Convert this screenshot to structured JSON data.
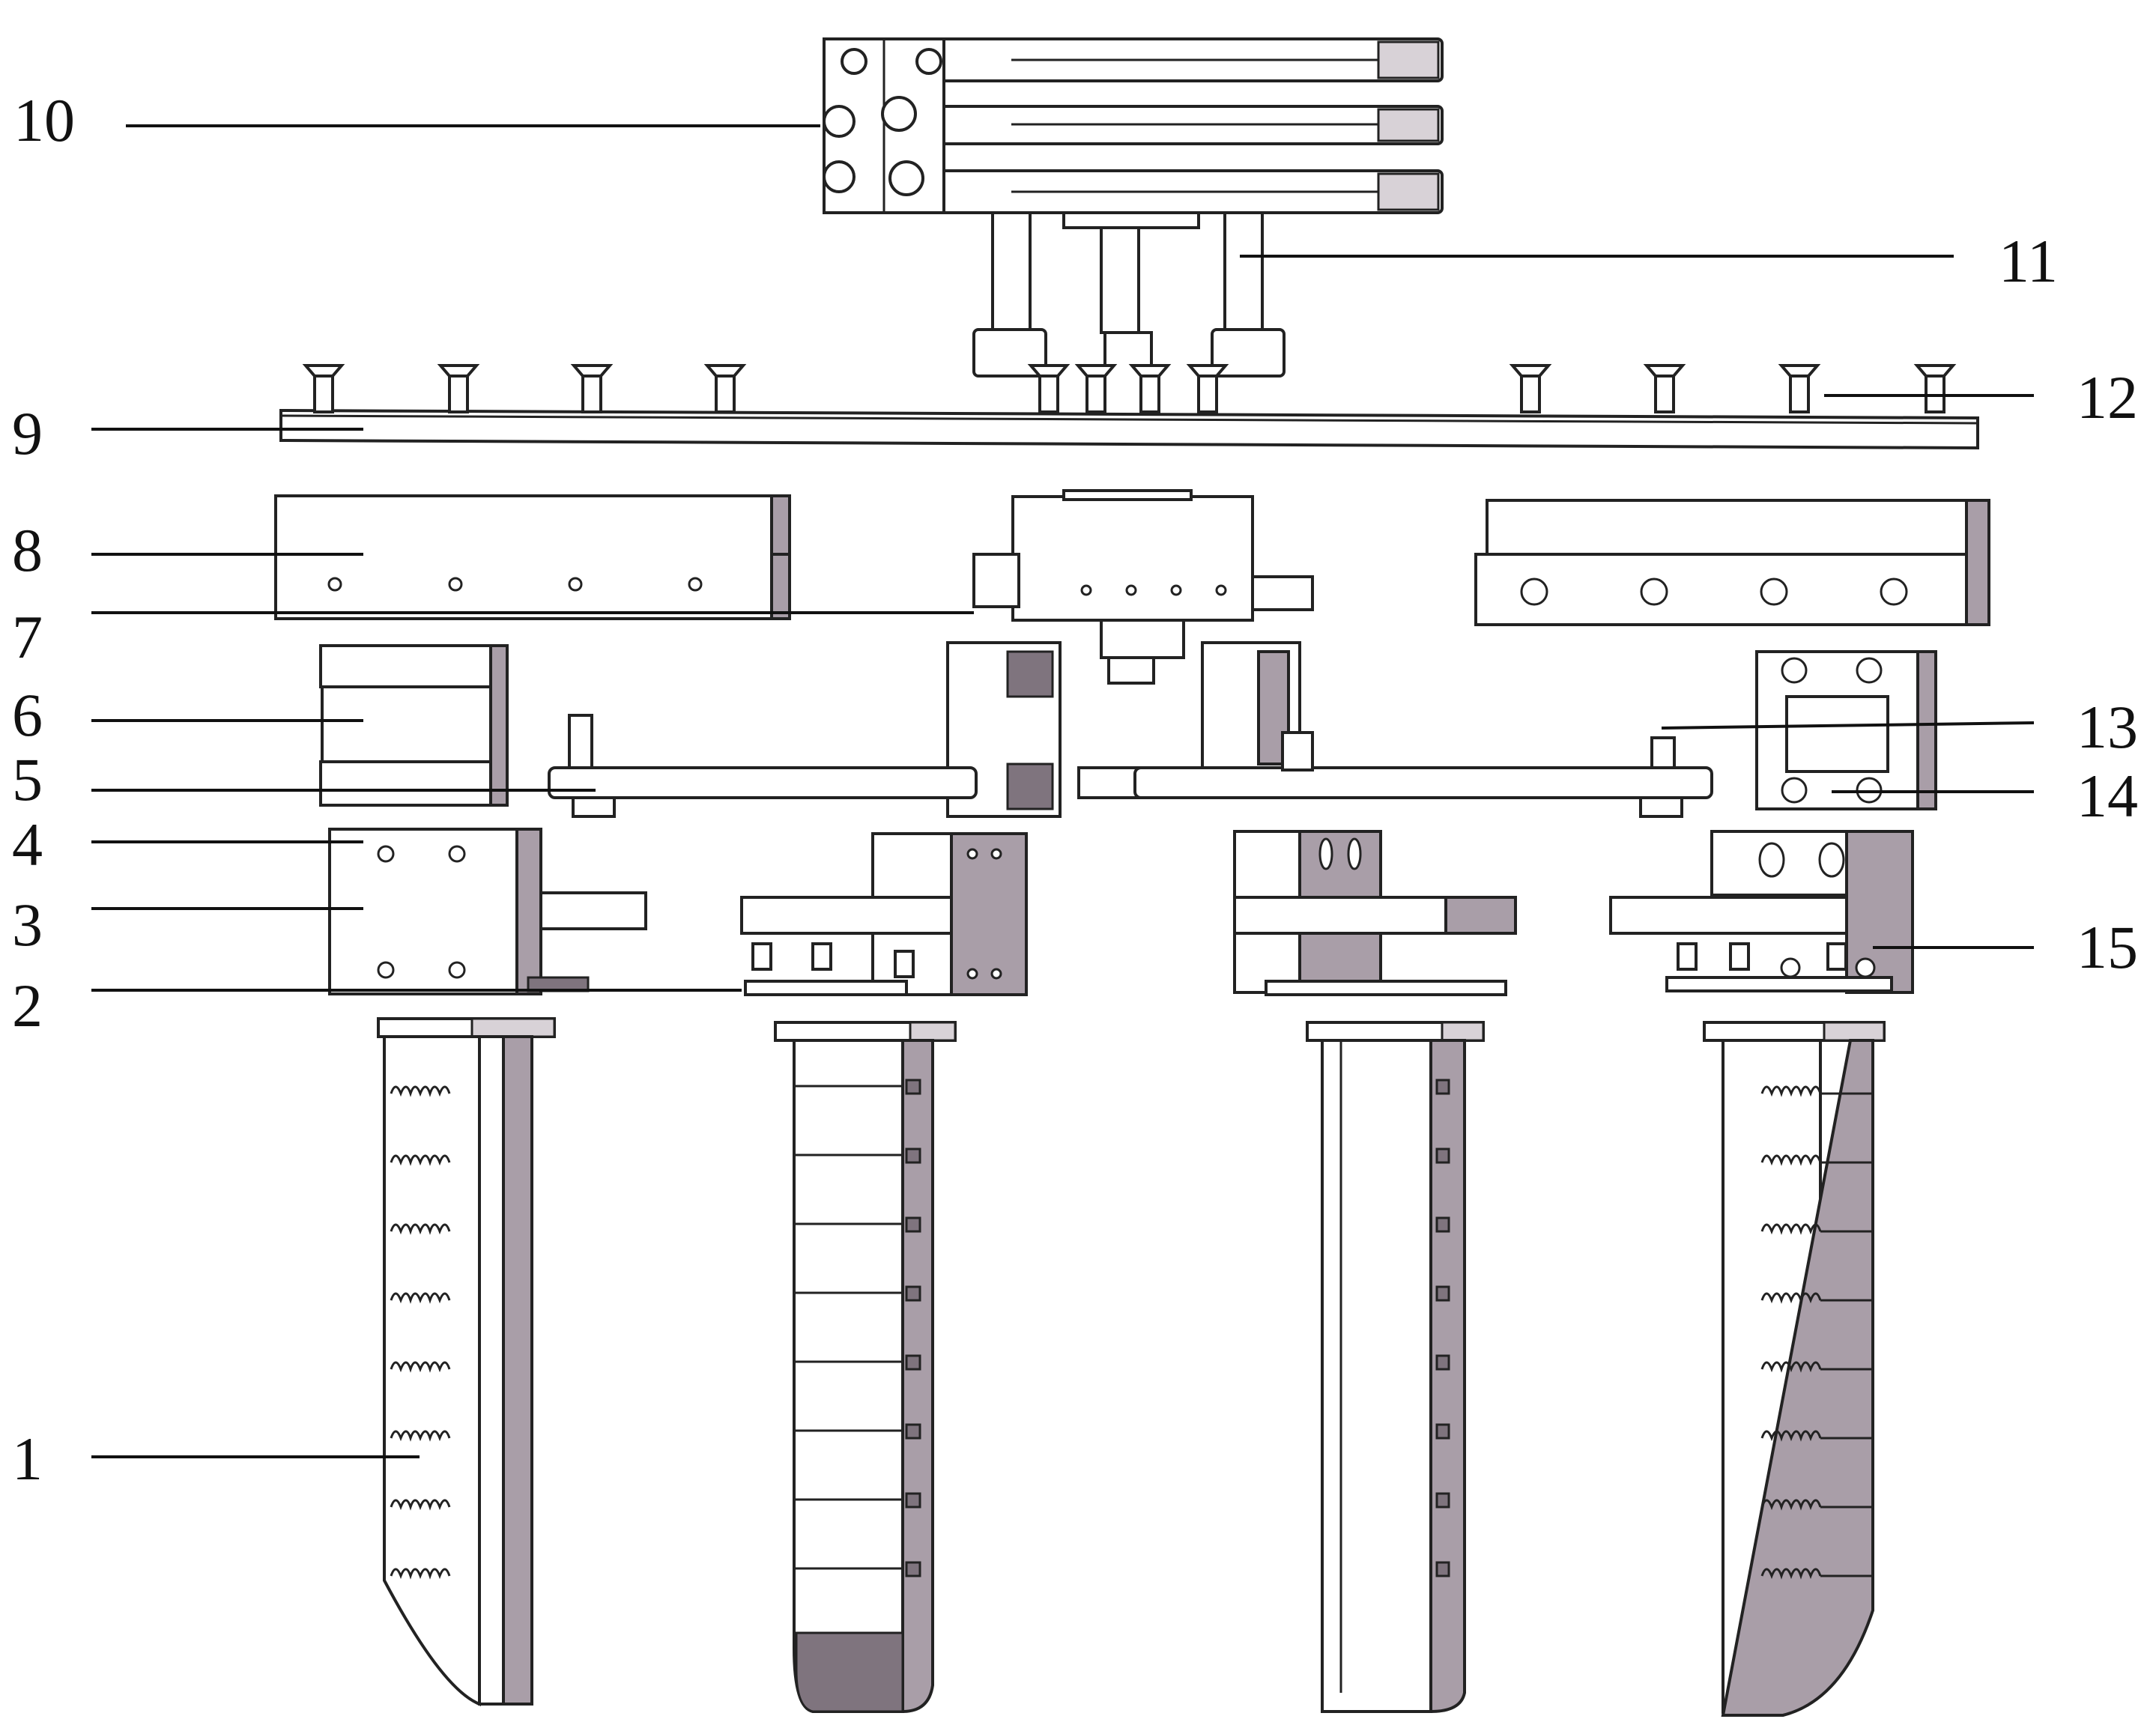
{
  "figure": {
    "callouts": [
      {
        "id": "c1",
        "text": "1"
      },
      {
        "id": "c2",
        "text": "2"
      },
      {
        "id": "c3",
        "text": "3"
      },
      {
        "id": "c4",
        "text": "4"
      },
      {
        "id": "c5",
        "text": "5"
      },
      {
        "id": "c6",
        "text": "6"
      },
      {
        "id": "c7",
        "text": "7"
      },
      {
        "id": "c8",
        "text": "8"
      },
      {
        "id": "c9",
        "text": "9"
      },
      {
        "id": "c10",
        "text": "10"
      },
      {
        "id": "c11",
        "text": "11"
      },
      {
        "id": "c12",
        "text": "12"
      },
      {
        "id": "c13",
        "text": "13"
      },
      {
        "id": "c14",
        "text": "14"
      },
      {
        "id": "c15",
        "text": "15"
      }
    ],
    "colors": {
      "line": "#222222",
      "face": "#ffffff",
      "side": "#a99ea8",
      "deep": "#7f747e",
      "label": "#111111"
    }
  }
}
